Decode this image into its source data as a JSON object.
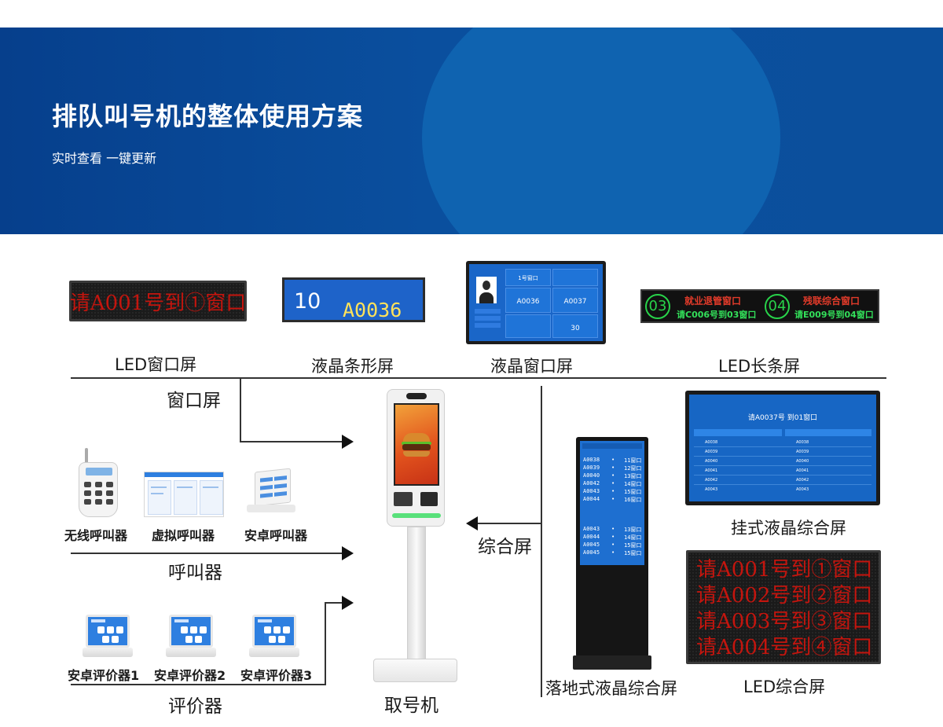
{
  "header": {
    "title": "排队叫号机的整体使用方案",
    "subtitle": "实时查看 一键更新"
  },
  "displays": {
    "led_window": {
      "label": "LED窗口屏",
      "text": "请A001号到①窗口"
    },
    "lcd_strip": {
      "label": "液晶条形屏",
      "window_no": "10",
      "number": "A0036"
    },
    "lcd_window": {
      "label": "液晶窗口屏",
      "window": "1号窗口",
      "current": "A0036",
      "next": "A0037",
      "count": "30"
    },
    "led_long": {
      "label": "LED长条屏",
      "left": {
        "circle": "03",
        "line1": "就业退管窗口",
        "line2": "请C006号到03窗口"
      },
      "right": {
        "circle": "04",
        "line1": "残联综合窗口",
        "line2": "请E009号到04窗口"
      }
    }
  },
  "groups": {
    "window_screen": "窗口屏",
    "caller": "呼叫器",
    "evaluator": "评价器",
    "integrated": "综合屏",
    "kiosk": "取号机"
  },
  "callers": [
    {
      "label": "无线呼叫器"
    },
    {
      "label": "虚拟呼叫器"
    },
    {
      "label": "安卓呼叫器"
    }
  ],
  "evaluators": [
    {
      "label": "安卓评价器1"
    },
    {
      "label": "安卓评价器2"
    },
    {
      "label": "安卓评价器3"
    }
  ],
  "floor_lcd": {
    "label": "落地式液晶综合屏",
    "rows": [
      {
        "num": "A0038",
        "win": "11窗口"
      },
      {
        "num": "A0039",
        "win": "12窗口"
      },
      {
        "num": "A0040",
        "win": "13窗口"
      },
      {
        "num": "A0042",
        "win": "14窗口"
      },
      {
        "num": "A0043",
        "win": "15窗口"
      },
      {
        "num": "A0044",
        "win": "16窗口"
      },
      {
        "num": "A0043",
        "win": "13窗口"
      },
      {
        "num": "A0044",
        "win": "14窗口"
      },
      {
        "num": "A0045",
        "win": "15窗口"
      },
      {
        "num": "A0045",
        "win": "15窗口"
      }
    ]
  },
  "wall_lcd": {
    "label": "挂式液晶综合屏",
    "call": "请A0037号 到01窗口",
    "left_col": [
      "A0038",
      "A0039",
      "A0040",
      "A0041",
      "A0042",
      "A0043"
    ],
    "right_col": [
      "A0038",
      "A0039",
      "A0040",
      "A0041",
      "A0042",
      "A0043"
    ]
  },
  "led_big": {
    "label": "LED综合屏",
    "lines": [
      "请A001号到①窗口",
      "请A002号到②窗口",
      "请A003号到③窗口",
      "请A004号到④窗口"
    ]
  },
  "colors": {
    "banner": "#0a4f9e",
    "banner_circle": "#0f63b0",
    "led_red": "#c4150e",
    "led_green": "#28d34a",
    "lcd_blue": "#1e63c9"
  }
}
